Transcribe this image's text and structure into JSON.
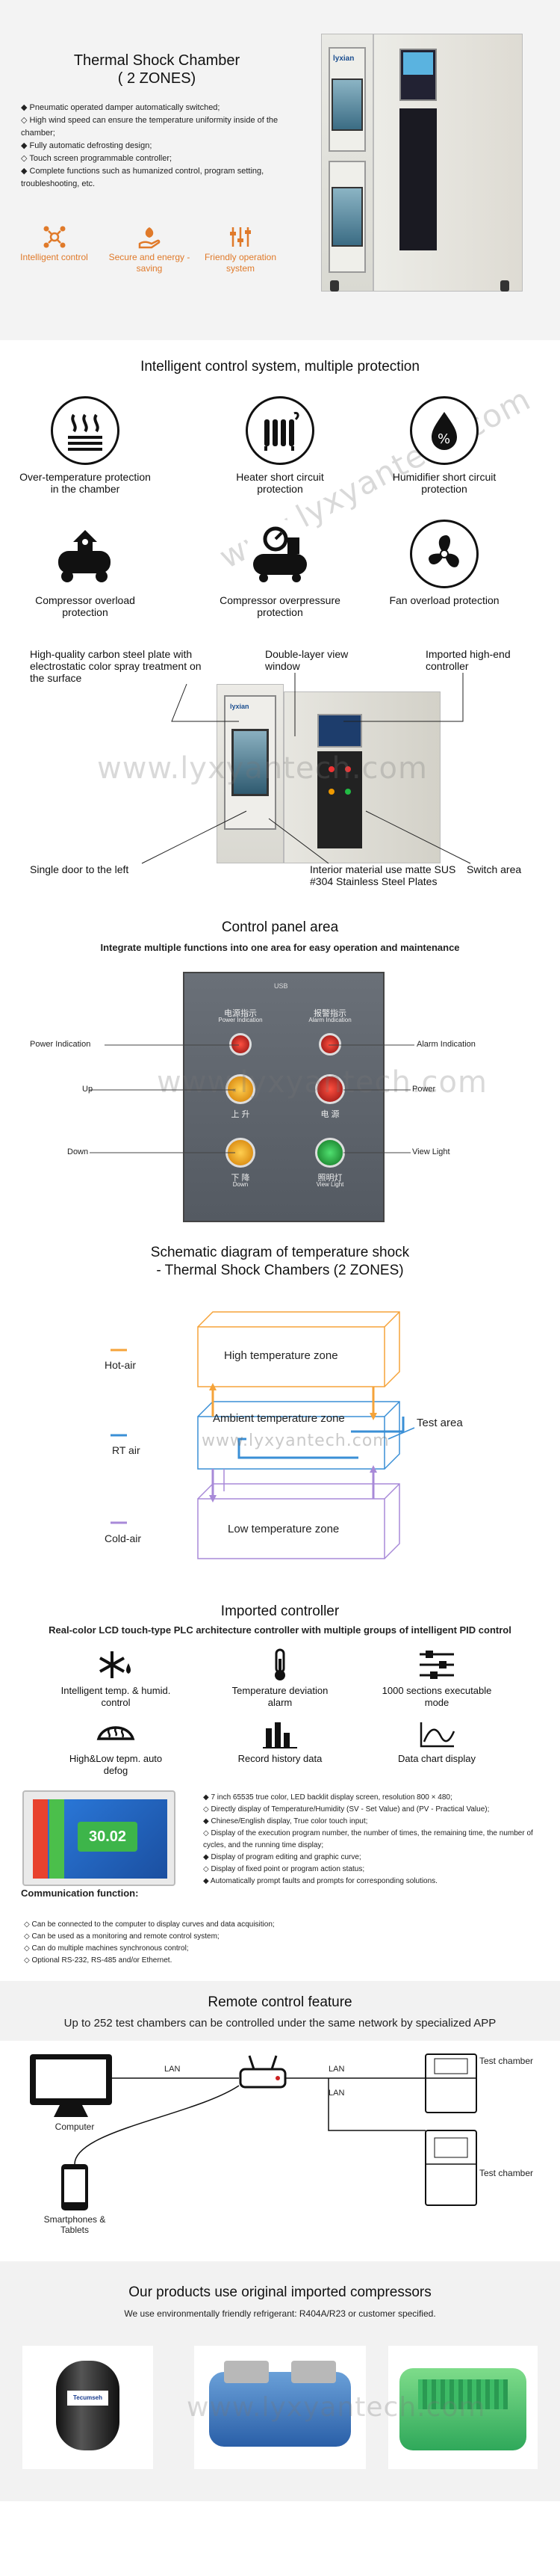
{
  "hero": {
    "title": "Thermal Shock Chamber",
    "subtitle": "( 2 ZONES)",
    "features": [
      "Pneumatic operated damper automatically switched;",
      "High wind speed can ensure the temperature uniformity inside of the chamber;",
      "Fully automatic defrosting design;",
      "Touch screen programmable controller;",
      "Complete functions such as humanized control, program setting, troubleshooting, etc."
    ],
    "badges": [
      {
        "label": "Intelligent control",
        "icon": "network-icon"
      },
      {
        "label": "Secure and energy - saving",
        "icon": "hand-leaf-icon"
      },
      {
        "label": "Friendly operation system",
        "icon": "sliders-icon"
      }
    ],
    "machine_brand": "lyxian"
  },
  "protection": {
    "title": "Intelligent control system, multiple protection",
    "items": [
      {
        "label": "Over-temperature protection in the chamber",
        "icon": "heat-waves-icon"
      },
      {
        "label": "Heater short circuit protection",
        "icon": "heater-icon"
      },
      {
        "label": "Humidifier short circuit protection",
        "icon": "humidity-drop-icon"
      },
      {
        "label": "Compressor overload protection",
        "icon": "compressor-overload-icon"
      },
      {
        "label": "Compressor overpressure protection",
        "icon": "compressor-pressure-icon"
      },
      {
        "label": "Fan overload protection",
        "icon": "fan-icon"
      }
    ]
  },
  "chamber": {
    "callouts": [
      "High-quality carbon steel plate with electrostatic color spray treatment on the surface",
      "Double-layer view window",
      "Imported high-end controller",
      "Single door to the left",
      "Interior material use matte SUS #304 Stainless Steel Plates",
      "Switch area"
    ]
  },
  "control_panel": {
    "title": "Control panel area",
    "subtitle": "Integrate multiple functions into one area for easy operation and maintenance",
    "callouts": [
      "Power Indication",
      "Alarm Indication",
      "Up",
      "Power",
      "Down",
      "View Light"
    ],
    "panel_labels": [
      {
        "cn": "电源指示",
        "en": "Power Indication"
      },
      {
        "cn": "报警指示",
        "en": "Alarm Indication"
      },
      {
        "cn": "上 升",
        "en": "Up"
      },
      {
        "cn": "电 源",
        "en": "Power"
      },
      {
        "cn": "下 降",
        "en": "Down"
      },
      {
        "cn": "照明灯",
        "en": "View Light"
      }
    ],
    "top_text": "USB"
  },
  "schematic": {
    "title_line1": "Schematic diagram of temperature shock",
    "title_line2": "- Thermal Shock Chambers (2 ZONES)",
    "left_labels": [
      "Hot-air",
      "RT air",
      "Cold-air"
    ],
    "zones": [
      "High temperature zone",
      "Ambient temperature zone",
      "Low temperature zone"
    ],
    "test_area": "Test area",
    "colors": {
      "hot": "#f5a33a",
      "rt": "#3a8fd6",
      "cold": "#a88ad8"
    }
  },
  "controller": {
    "title": "Imported controller",
    "subtitle": "Real-color LCD touch-type PLC architecture controller with multiple groups of intelligent PID control",
    "features": [
      {
        "label": "Intelligent temp. & humid. control",
        "icon": "snowflake-drop-icon"
      },
      {
        "label": "Temperature deviation alarm",
        "icon": "thermometer-icon"
      },
      {
        "label": "1000 sections executable mode",
        "icon": "sliders-icon"
      },
      {
        "label": "High&Low tepm. auto defog",
        "icon": "defog-icon"
      },
      {
        "label": "Record history data",
        "icon": "bar-chart-icon"
      },
      {
        "label": "Data chart display",
        "icon": "line-chart-icon"
      }
    ],
    "screen_value": "30.02",
    "specs": [
      "7 inch 65535 true color, LED backlit display screen, resolution 800 × 480;",
      "Directly display of Temperature/Humidity (SV - Set Value) and (PV - Practical Value);",
      "Chinese/English display, True color touch input;",
      "Display of the execution program number, the number of times, the remaining time, the number of cycles, and the running time display;",
      "Display of program editing and graphic curve;",
      "Display of fixed point or program action status;",
      "Automatically prompt faults and prompts for corresponding solutions."
    ],
    "comm_title": "Communication function:",
    "comm_items": [
      "Can be connected to the computer to display curves and data acquisition;",
      "Can be used as a monitoring and remote control system;",
      "Can do multiple machines synchronous control;",
      "Optional RS-232, RS-485 and/or Ethernet."
    ]
  },
  "remote": {
    "title": "Remote control feature",
    "subtitle": "Up to 252 test chambers can be controlled under the same network by specialized APP",
    "computer": "Computer",
    "phones": "Smartphones & Tablets",
    "lan": "LAN",
    "chamber": "Test chamber"
  },
  "compressors": {
    "title": "Our products use original imported compressors",
    "subtitle": "We use environmentally friendly refrigerant: R404A/R23 or customer specified.",
    "brand": "Tecumseh"
  },
  "watermark": "www.lyxyantech.com"
}
